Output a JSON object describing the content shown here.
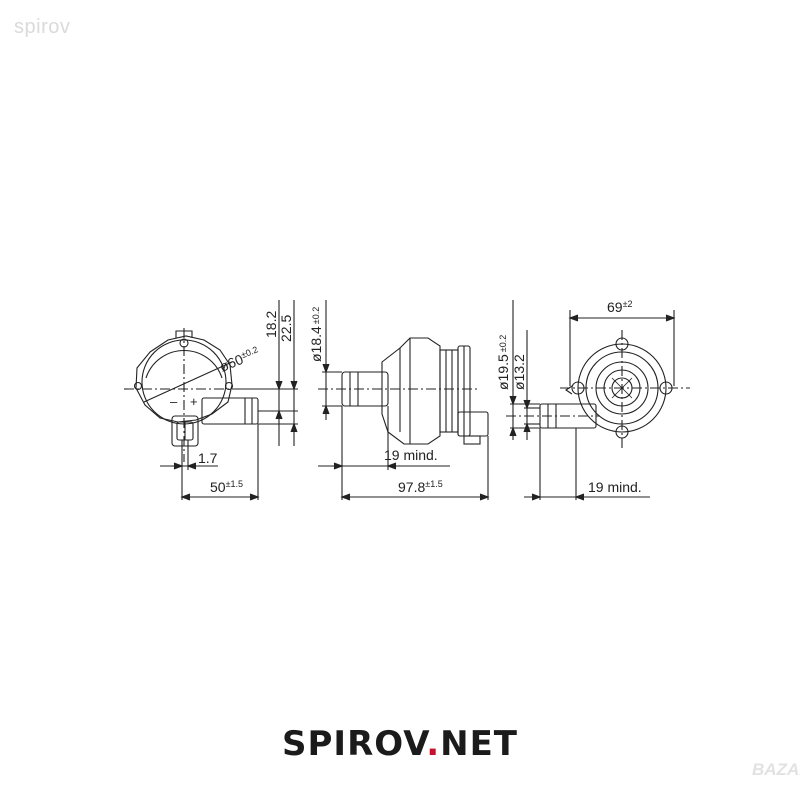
{
  "watermark_top": "spirov",
  "watermark_bottom": "BAZAR",
  "brand": {
    "name": "SPIROV",
    "dot": ".",
    "tld": "NET"
  },
  "left_view": {
    "circle_dia": "ø60",
    "circle_tol": "±0.2",
    "minus": "–",
    "plus": "+",
    "dim_height_small": "18.2",
    "dim_height_large": "22.5",
    "dim_offset": "1.7",
    "dim_length": "50",
    "dim_length_tol": "±1.5"
  },
  "middle_view": {
    "pipe_dia": "ø18.4",
    "pipe_dia_tol": "±0.2",
    "dim_min": "19 mind.",
    "dim_length": "97.8",
    "dim_length_tol": "±1.5"
  },
  "right_view": {
    "width": "69",
    "width_tol": "±2",
    "outer_dia": "ø19.5",
    "outer_dia_tol": "±0.2",
    "inner_dia": "ø13.2",
    "dim_min": "19 mind."
  },
  "colors": {
    "line": "#222222",
    "brand_dot": "#c8102e",
    "watermark": "#dadada"
  }
}
